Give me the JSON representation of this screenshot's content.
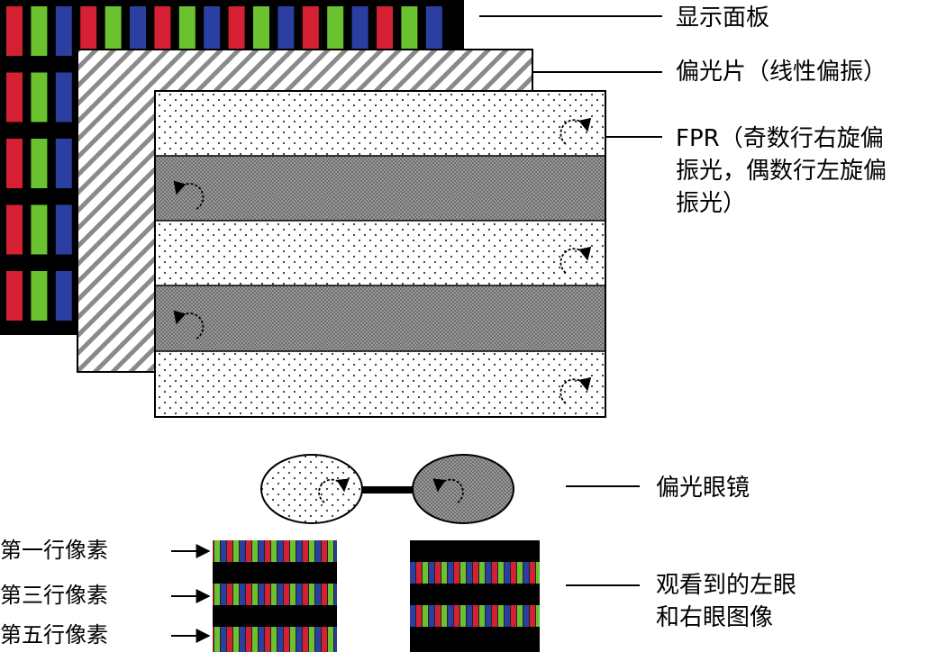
{
  "labels": {
    "display_panel": "显示面板",
    "polarizer": "偏光片（线性偏振）",
    "fpr_line1": "FPR（奇数行右旋偏",
    "fpr_line2": "振光，偶数行左旋偏",
    "fpr_line3": "振光）",
    "glasses": "偏光眼镜",
    "result_line1": "观看到的左眼",
    "result_line2": "和右眼图像"
  },
  "row_labels": [
    "第一行像素",
    "第三行像素",
    "第五行像素"
  ],
  "colors": {
    "red": "#d42032",
    "green": "#6ac22f",
    "blue": "#2a3fa0",
    "black": "#000000"
  },
  "fpr_rows": [
    "right",
    "left",
    "right",
    "left",
    "right"
  ]
}
